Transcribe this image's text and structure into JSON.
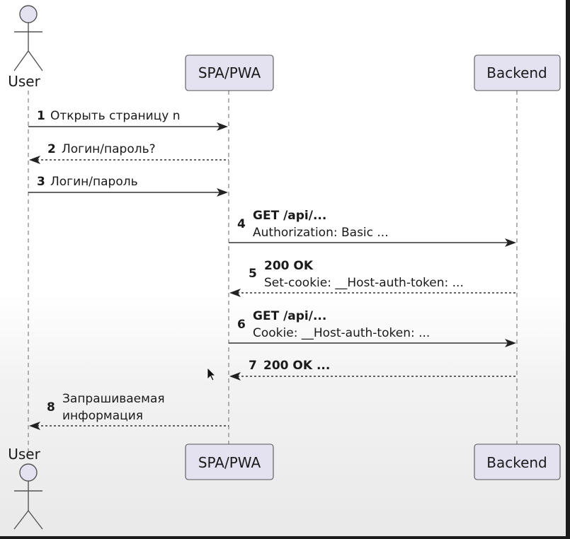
{
  "participants": {
    "user": "User",
    "spa": "SPA/PWA",
    "backend": "Backend"
  },
  "messages": [
    {
      "num": "1",
      "lines": [
        "Открыть страницу n"
      ]
    },
    {
      "num": "2",
      "lines": [
        "Логин/пароль?"
      ]
    },
    {
      "num": "3",
      "lines": [
        "Логин/пароль"
      ]
    },
    {
      "num": "4",
      "lines": [
        "GET /api/...",
        "Authorization: Basic ..."
      ]
    },
    {
      "num": "5",
      "lines": [
        "200 OK",
        "Set-cookie: __Host-auth-token: ..."
      ]
    },
    {
      "num": "6",
      "lines": [
        "GET /api/...",
        "Cookie: __Host-auth-token: ..."
      ]
    },
    {
      "num": "7",
      "lines": [
        "200 OK ..."
      ]
    },
    {
      "num": "8",
      "lines": [
        "Запрашиваемая",
        "информация"
      ]
    }
  ],
  "colors": {
    "participant_fill": "#e4e2f1",
    "arrow": "#222222"
  }
}
